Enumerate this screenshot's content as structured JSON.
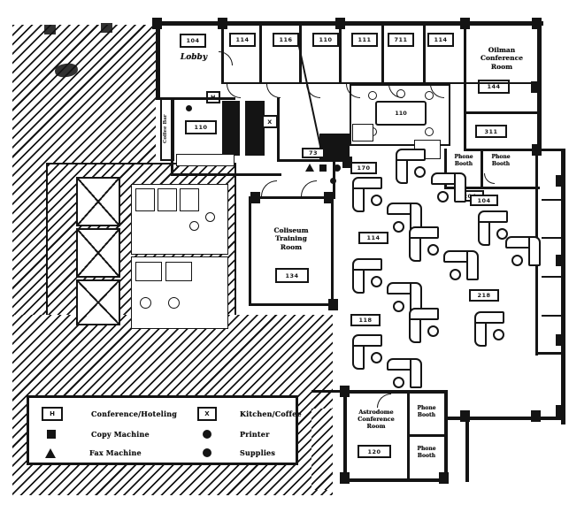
{
  "document": {
    "kind": "scanned office floor plan"
  },
  "colors": {
    "ink": "#141414",
    "paper": "#ffffff"
  },
  "rooms": {
    "lobby": {
      "label": "Lobby",
      "plaque": "104"
    },
    "top_offices": {
      "plaques": [
        "114",
        "116",
        "110",
        "111",
        "711",
        "114"
      ]
    },
    "oilman_conference": {
      "label_lines": [
        "Oilman",
        "Conference",
        "Room"
      ],
      "plaque": "144"
    },
    "office_311": {
      "plaque": "311"
    },
    "phone_booth_a": {
      "label_lines": [
        "Phone",
        "Booth"
      ]
    },
    "phone_booth_b": {
      "label_lines": [
        "Phone",
        "Booth"
      ]
    },
    "coliseum_training": {
      "label_lines": [
        "Coliseum",
        "Training",
        "Room"
      ],
      "plaque": "134"
    },
    "astrodome_conference": {
      "label_lines": [
        "Astrodome",
        "Conference",
        "Room"
      ],
      "plaque": "120"
    },
    "phone_booth_c": {
      "label_lines": [
        "Phone",
        "Booth"
      ]
    },
    "phone_booth_d": {
      "label_lines": [
        "Phone",
        "Booth"
      ]
    },
    "coffee_bar": {
      "label": "Coffee Bar",
      "h_plaque": "H",
      "plaque": "110",
      "x_plaque": "X"
    },
    "work_room": {
      "plaque": "110"
    },
    "copy_area": {
      "plaque": "73"
    }
  },
  "open_area": {
    "plaques": [
      "170",
      "104",
      "114",
      "118",
      "218"
    ],
    "plaque_204": "204"
  },
  "legend": {
    "left": [
      {
        "icon": "h-box-icon",
        "symbol_text": "H",
        "label": "Conference/Hoteling"
      },
      {
        "icon": "copy-machine-icon",
        "label": "Copy Machine"
      },
      {
        "icon": "fax-machine-icon",
        "label": "Fax Machine"
      }
    ],
    "right": [
      {
        "icon": "x-box-icon",
        "symbol_text": "X",
        "label": "Kitchen/Coffee"
      },
      {
        "icon": "printer-icon",
        "label": "Printer"
      },
      {
        "icon": "supplies-icon",
        "label": "Supplies"
      }
    ]
  }
}
